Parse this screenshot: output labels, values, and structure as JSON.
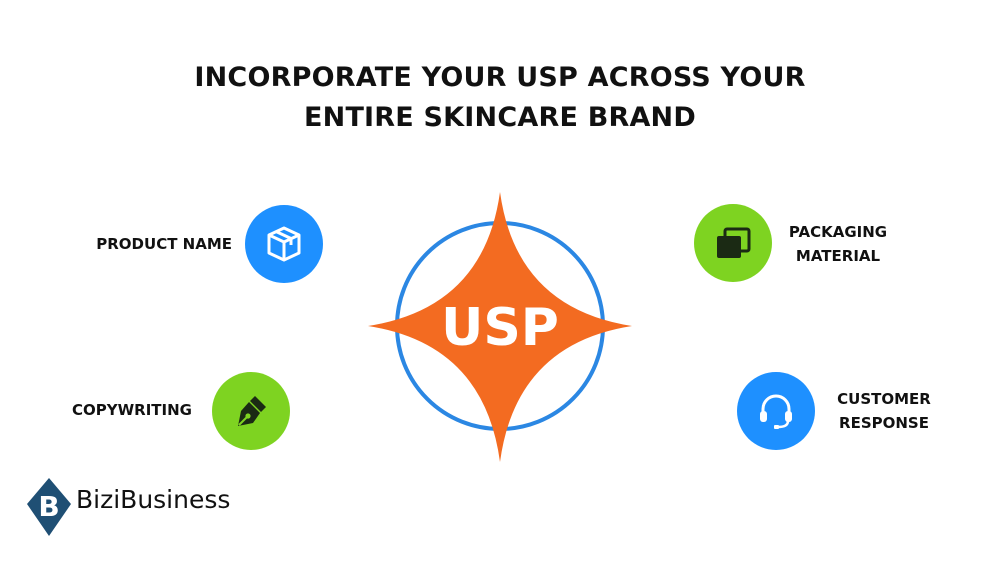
{
  "title": {
    "line1": "INCORPORATE YOUR USP ACROSS YOUR",
    "line2": "ENTIRE SKINCARE BRAND"
  },
  "center": {
    "label": "USP",
    "star_color": "#F36B21",
    "ring_color": "#2B87E3"
  },
  "items": [
    {
      "label": "PRODUCT NAME",
      "icon": "package-box-icon",
      "color": "#1E90FF"
    },
    {
      "label_line1": "PACKAGING",
      "label_line2": "MATERIAL",
      "icon": "stacked-layers-icon",
      "color": "#7ED321"
    },
    {
      "label": "COPYWRITING",
      "icon": "pen-nib-icon",
      "color": "#7ED321"
    },
    {
      "label_line1": "CUSTOMER",
      "label_line2": "RESPONSE",
      "icon": "headset-icon",
      "color": "#1E90FF"
    }
  ],
  "brand": {
    "name": "BiziBusiness",
    "logo_letter": "B",
    "logo_color": "#1F4F74"
  }
}
